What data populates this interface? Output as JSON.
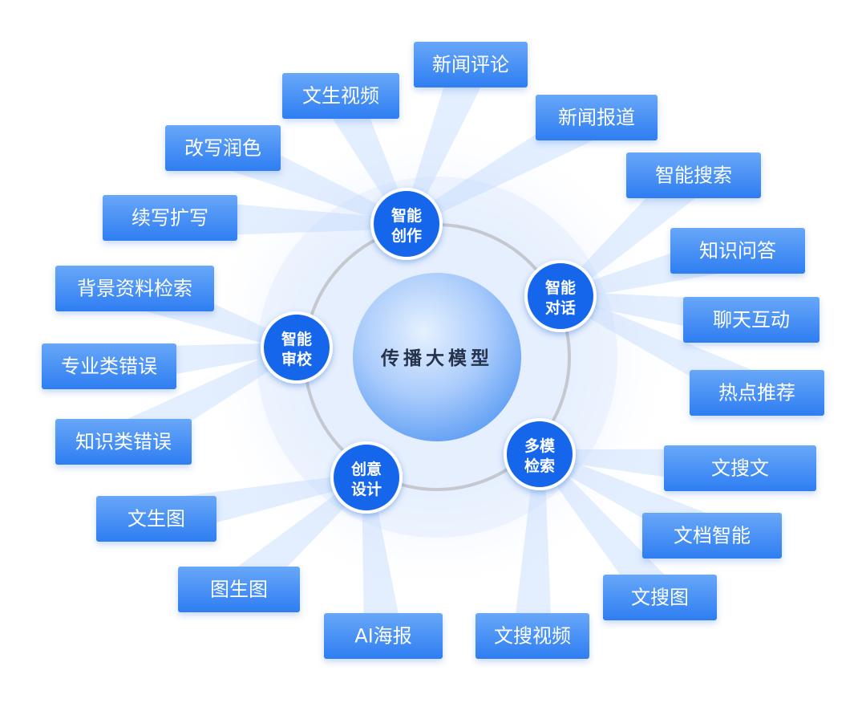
{
  "center": {
    "label": "传播大模型"
  },
  "categories": [
    {
      "id": "cat-create",
      "line1": "智能",
      "line2": "创作"
    },
    {
      "id": "cat-dialog",
      "line1": "智能",
      "line2": "对话"
    },
    {
      "id": "cat-multi",
      "line1": "多模",
      "line2": "检索"
    },
    {
      "id": "cat-design",
      "line1": "创意",
      "line2": "设计"
    },
    {
      "id": "cat-review",
      "line1": "智能",
      "line2": "审校"
    }
  ],
  "leaves": [
    {
      "label": "新闻评论",
      "category": "cat-create"
    },
    {
      "label": "新闻报道",
      "category": "cat-create"
    },
    {
      "label": "智能搜索",
      "category": "cat-dialog"
    },
    {
      "label": "知识问答",
      "category": "cat-dialog"
    },
    {
      "label": "聊天互动",
      "category": "cat-dialog"
    },
    {
      "label": "热点推荐",
      "category": "cat-dialog"
    },
    {
      "label": "文搜文",
      "category": "cat-multi"
    },
    {
      "label": "文档智能",
      "category": "cat-multi"
    },
    {
      "label": "文搜图",
      "category": "cat-multi"
    },
    {
      "label": "文搜视频",
      "category": "cat-multi"
    },
    {
      "label": "AI海报",
      "category": "cat-design"
    },
    {
      "label": "图生图",
      "category": "cat-design"
    },
    {
      "label": "文生图",
      "category": "cat-design"
    },
    {
      "label": "知识类错误",
      "category": "cat-review"
    },
    {
      "label": "专业类错误",
      "category": "cat-review"
    },
    {
      "label": "背景资料检索",
      "category": "cat-review"
    },
    {
      "label": "续写扩写",
      "category": "cat-create"
    },
    {
      "label": "改写润色",
      "category": "cat-create"
    },
    {
      "label": "文生视频",
      "category": "cat-create"
    }
  ],
  "colors": {
    "accent": "#1a73f0",
    "box_top": "#6ba9f8",
    "box_bottom": "#2f7ef2",
    "node": "#1266ec",
    "center_text": "#26324a",
    "ring": "#c6c9cf",
    "halo": "#d9e8fd"
  }
}
